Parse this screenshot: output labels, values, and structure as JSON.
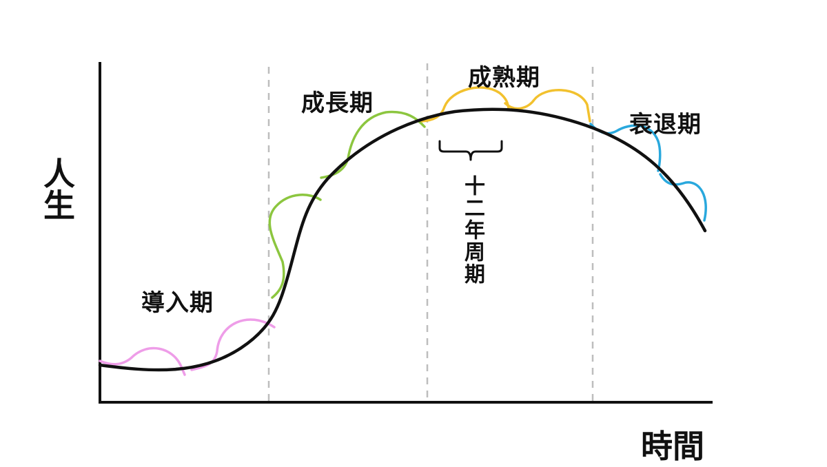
{
  "axes": {
    "y_label": "人生",
    "x_label": "時間"
  },
  "phases": [
    {
      "label": "導入期",
      "color": "#ee9de8"
    },
    {
      "label": "成長期",
      "color": "#8cc63f"
    },
    {
      "label": "成熟期",
      "color": "#f2c12e"
    },
    {
      "label": "衰退期",
      "color": "#29a8dd"
    }
  ],
  "cycle_annotation": "十二年周期",
  "colors": {
    "axis": "#111111",
    "main_curve": "#111111",
    "divider": "#bdbdbd"
  }
}
